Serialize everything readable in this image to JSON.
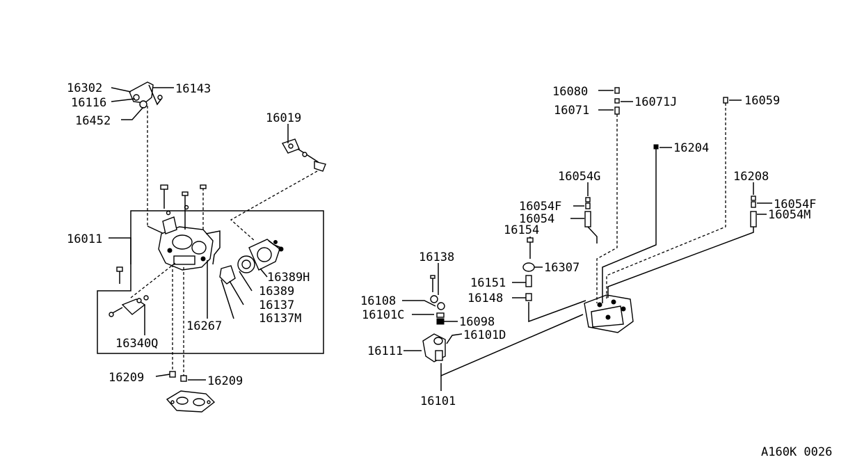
{
  "diagram_code": "A160K 0026",
  "parts": {
    "p16302": "16302",
    "p16143": "16143",
    "p16116": "16116",
    "p16452": "16452",
    "p16019": "16019",
    "p16011": "16011",
    "p16389H": "16389H",
    "p16389": "16389",
    "p16137": "16137",
    "p16137M": "16137M",
    "p16267": "16267",
    "p16340Q": "16340Q",
    "p16209a": "16209",
    "p16209b": "16209",
    "p16080": "16080",
    "p16071J": "16071J",
    "p16071": "16071",
    "p16059": "16059",
    "p16204": "16204",
    "p16054G": "16054G",
    "p16208": "16208",
    "p16054Fa": "16054F",
    "p16054": "16054",
    "p16054Fb": "16054F",
    "p16054M": "16054M",
    "p16154": "16154",
    "p16307": "16307",
    "p16138": "16138",
    "p16151": "16151",
    "p16148": "16148",
    "p16108": "16108",
    "p16101C": "16101C",
    "p16098": "16098",
    "p16111": "16111",
    "p16101D": "16101D",
    "p16101": "16101"
  }
}
